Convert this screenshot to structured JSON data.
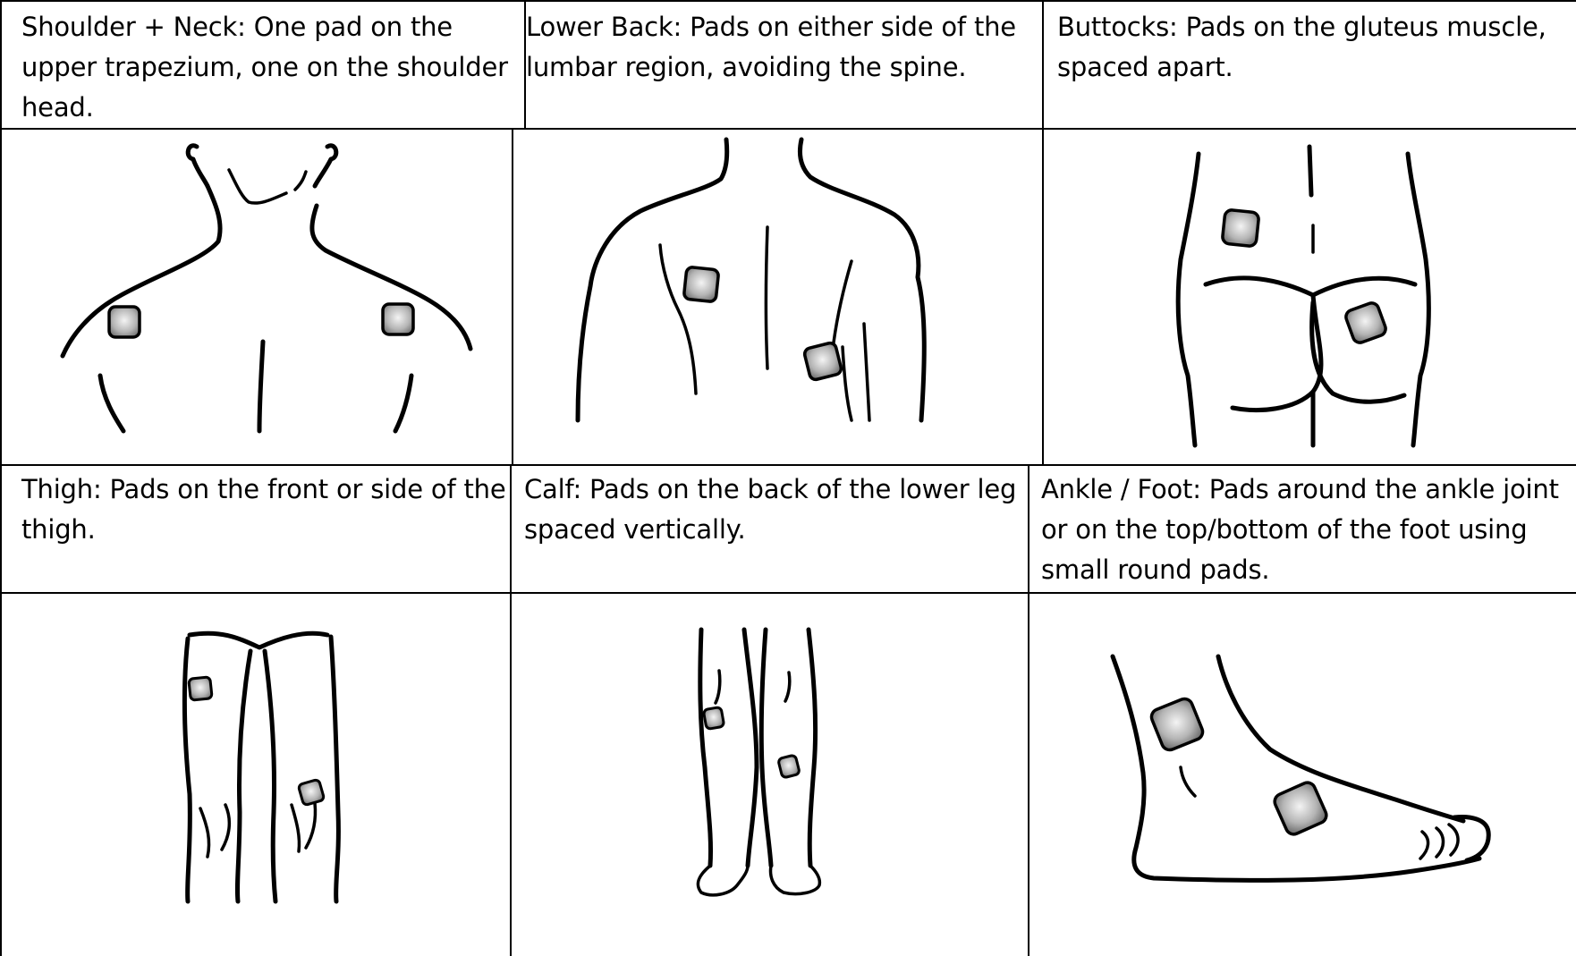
{
  "grid": {
    "row1": [
      {
        "id": "shoulder-neck",
        "label": "Shoulder + Neck: One pad on the upper trapezium, one on the shoulder head."
      },
      {
        "id": "lower-back",
        "label": "Lower Back: Pads on either side of the lumbar region, avoiding the spine."
      },
      {
        "id": "buttocks",
        "label": "Buttocks: Pads on the gluteus muscle, spaced apart."
      }
    ],
    "row2": [
      {
        "id": "thigh",
        "label": "Thigh: Pads on the front or side of the thigh."
      },
      {
        "id": "calf",
        "label": "Calf: Pads on the back of the lower leg spaced vertically."
      },
      {
        "id": "ankle-foot",
        "label": "Ankle / Foot: Pads around the ankle joint or on the top/bottom of the foot using small round pads."
      }
    ]
  },
  "icons": {
    "pad": "electrode-pad-icon"
  },
  "colors": {
    "line": "#000000",
    "pad_fill_light": "#f2f2f2",
    "pad_fill_dark": "#6e6e6e"
  }
}
